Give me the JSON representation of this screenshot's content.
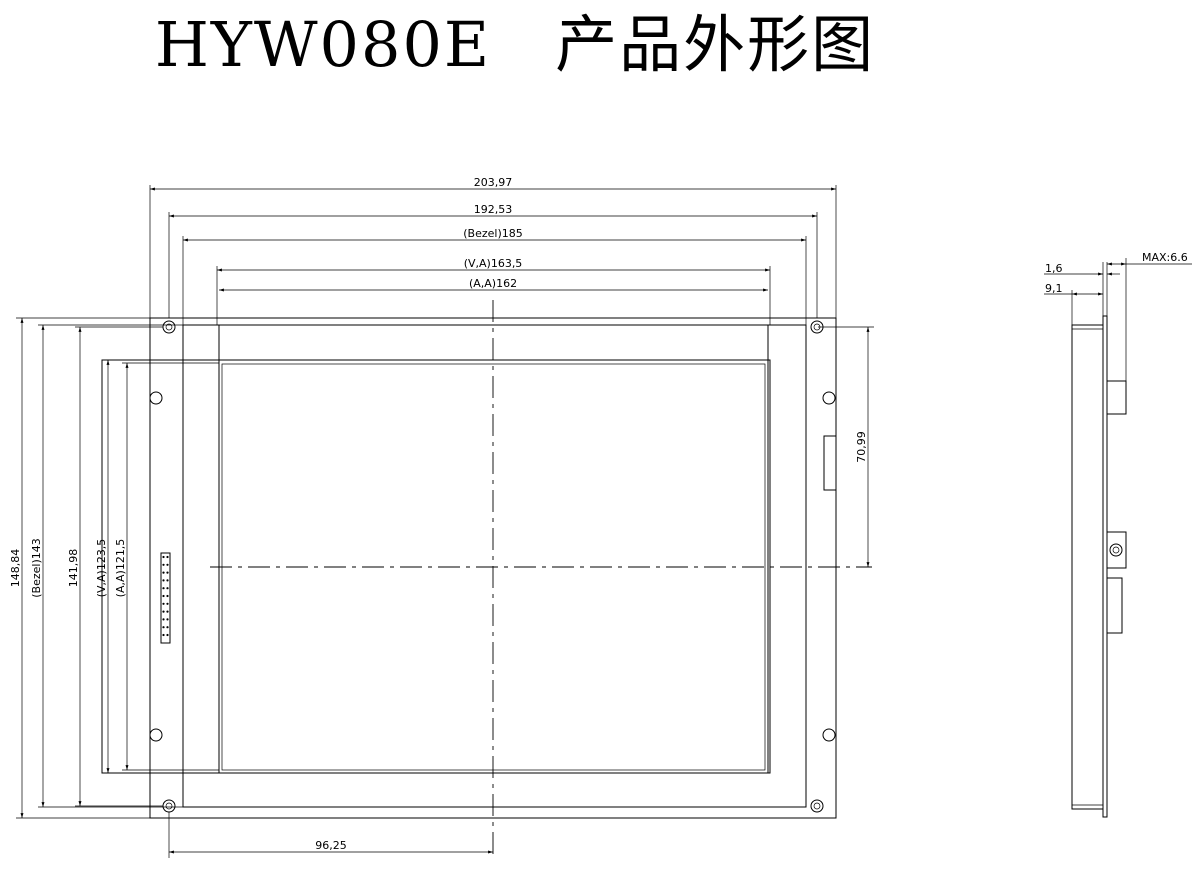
{
  "title": "HYW080E　产品外形图",
  "dimensions": {
    "overall_width": "203,97",
    "hole_pitch_width": "192,53",
    "bezel_width": "(Bezel)185",
    "va_width": "(V,A)163,5",
    "aa_width": "(A,A)162",
    "overall_height": "148,84",
    "bezel_height": "(Bezel)143",
    "hole_pitch_height": "141,98",
    "va_height": "(V,A)123,5",
    "aa_height": "(A,A)121,5",
    "center_height": "70,99",
    "center_width": "96,25",
    "side_t1": "1,6",
    "side_t2": "9,1",
    "side_max": "MAX:6.6"
  },
  "colors": {
    "line": "#000000",
    "background": "#ffffff"
  }
}
